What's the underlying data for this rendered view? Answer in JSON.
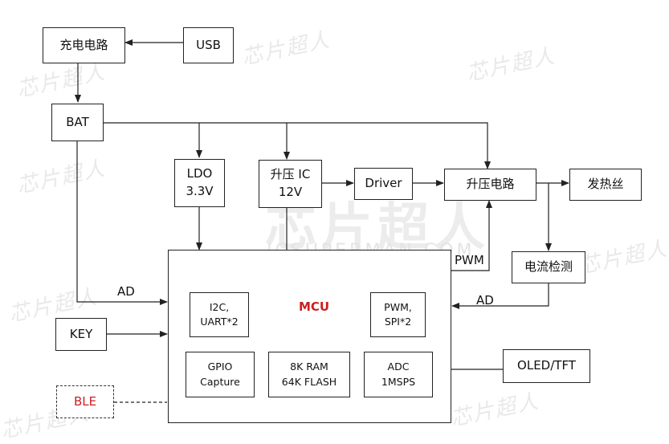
{
  "blocks": {
    "charging_circuit": "充电电路",
    "usb": "USB",
    "bat": "BAT",
    "ldo": [
      "LDO",
      "3.3V"
    ],
    "boost_ic": [
      "升压 IC",
      "12V"
    ],
    "driver": "Driver",
    "boost_circuit": "升压电路",
    "heating_wire": "发热丝",
    "current_detect": "电流检测",
    "mcu": "MCU",
    "i2c_uart": [
      "I2C,",
      "UART*2"
    ],
    "pwm_spi": [
      "PWM,",
      "SPI*2"
    ],
    "gpio_capture": [
      "GPIO",
      "Capture"
    ],
    "ram_flash": [
      "8K RAM",
      "64K FLASH"
    ],
    "adc": [
      "ADC",
      "1MSPS"
    ],
    "oled_tft": "OLED/TFT",
    "key": "KEY",
    "ble": "BLE"
  },
  "signals": {
    "ad_left": "AD",
    "ad_right": "AD",
    "pwm": "PWM"
  },
  "watermark": {
    "brand": "芯片超人",
    "url": "ICSUPERMAN.COM"
  },
  "colors": {
    "mcu_label": "#cc1f1f",
    "ble_label": "#cc1f1f",
    "line": "#222222"
  }
}
